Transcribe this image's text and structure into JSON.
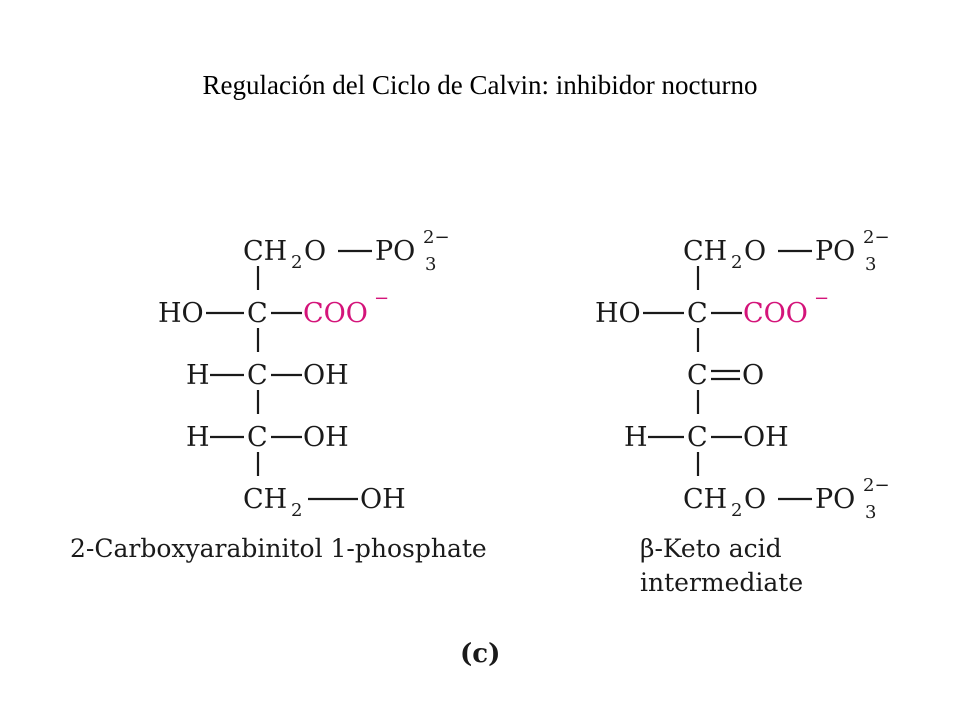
{
  "slide": {
    "title": "Regulación del Ciclo de Calvin: inhibidor nocturno"
  },
  "colors": {
    "carboxylate": "#d4147a",
    "text": "#1a1a1a"
  },
  "molecule_left": {
    "row1": {
      "ch": "CH",
      "sub2": "2",
      "o": "O",
      "po": "PO",
      "sub3": "3",
      "charge": "2−"
    },
    "row2": {
      "ho": "HO",
      "c": "C",
      "coo": "COO",
      "charge": "−"
    },
    "row3": {
      "h": "H",
      "c": "C",
      "oh": "OH"
    },
    "row4": {
      "h": "H",
      "c": "C",
      "oh": "OH"
    },
    "row5": {
      "ch": "CH",
      "sub2": "2",
      "oh": "OH"
    },
    "caption": "2-Carboxyarabinitol 1-phosphate"
  },
  "molecule_right": {
    "row1": {
      "ch": "CH",
      "sub2": "2",
      "o": "O",
      "po": "PO",
      "sub3": "3",
      "charge": "2−"
    },
    "row2": {
      "ho": "HO",
      "c": "C",
      "coo": "COO",
      "charge": "−"
    },
    "row3": {
      "c": "C",
      "o": "O"
    },
    "row4": {
      "h": "H",
      "c": "C",
      "oh": "OH"
    },
    "row5": {
      "ch": "CH",
      "sub2": "2",
      "o": "O",
      "po": "PO",
      "sub3": "3",
      "charge": "2−"
    },
    "caption_line1": "β-Keto acid",
    "caption_line2": "intermediate"
  },
  "panel_label": "(c)"
}
